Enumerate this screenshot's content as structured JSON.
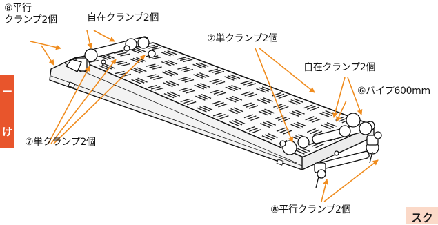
{
  "labels": {
    "parallel_clamp_top": [
      "⑧平行",
      "クランプ2個"
    ],
    "free_clamp_left": "自在クランプ2個",
    "single_clamp_right": "⑦単クランプ2個",
    "free_clamp_right": "自在クランプ2個",
    "pipe": "⑥パイプ600mm",
    "single_clamp_left": "⑦単クランプ2個",
    "parallel_clamp_bottom": "⑧平行クランプ2個"
  },
  "side_tab": {
    "char_top": "ー",
    "char_bottom": "け"
  },
  "bottom_tab": {
    "text": "スク"
  },
  "colors": {
    "arrow": "#f08c1e",
    "tab": "#e8552c",
    "tab_light": "#fbd9c8"
  }
}
